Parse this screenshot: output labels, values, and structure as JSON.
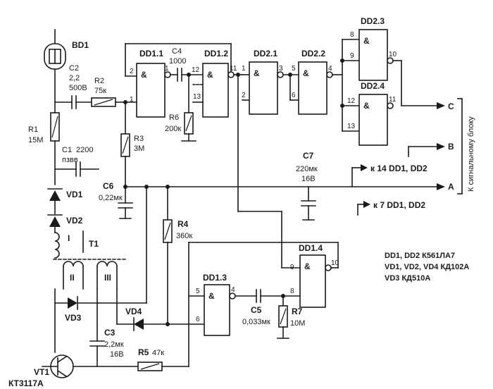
{
  "components": {
    "bd1": {
      "ref": "BD1"
    },
    "c2": {
      "ref": "C2",
      "v1": "2,2",
      "v2": "500В"
    },
    "r2": {
      "ref": "R2",
      "val": "75к"
    },
    "r1": {
      "ref": "R1",
      "val": "15М"
    },
    "c1": {
      "ref": "C1",
      "val": "2200",
      "v2": "пзвв"
    },
    "vd1": {
      "ref": "VD1"
    },
    "vd2": {
      "ref": "VD2"
    },
    "t1": {
      "ref": "T1",
      "w1": "I",
      "w2": "II",
      "w3": "III"
    },
    "vd3": {
      "ref": "VD3"
    },
    "vd4": {
      "ref": "VD4"
    },
    "c3": {
      "ref": "C3",
      "v1": "2,2мк",
      "v2": "16В"
    },
    "r5": {
      "ref": "R5",
      "val": "47к"
    },
    "vt1": {
      "ref": "VT1",
      "type": "КТ3117А"
    },
    "r3": {
      "ref": "R3",
      "val": "3М"
    },
    "c6": {
      "ref": "C6",
      "val": "0,22мк"
    },
    "r4": {
      "ref": "R4",
      "val": "360к"
    },
    "r6": {
      "ref": "R6",
      "val": "200к"
    },
    "c4": {
      "ref": "C4",
      "val": "1000"
    },
    "c5": {
      "ref": "C5",
      "val": "0,033мк"
    },
    "r7": {
      "ref": "R7",
      "val": "10М"
    },
    "c7": {
      "ref": "C7",
      "v1": "220мк",
      "v2": "16В"
    }
  },
  "gates": {
    "dd11": {
      "ref": "DD1.1",
      "sym": "&",
      "in": "2",
      "out": "1",
      "in2": "1"
    },
    "dd12": {
      "ref": "DD1.2",
      "sym": "&",
      "in": "12",
      "in2": "13",
      "out": "11"
    },
    "dd13": {
      "ref": "DD1.3",
      "sym": "&",
      "in": "5",
      "in2": "6",
      "out": "4"
    },
    "dd14": {
      "ref": "DD1.4",
      "sym": "&",
      "in": "9",
      "in2": "8",
      "out": "10"
    },
    "dd21": {
      "ref": "DD2.1",
      "sym": "&",
      "in": "1",
      "in2": "2",
      "out": "3"
    },
    "dd22": {
      "ref": "DD2.2",
      "sym": "&",
      "in": "5",
      "in2": "6",
      "out": "4"
    },
    "dd23": {
      "ref": "DD2.3",
      "sym": "&",
      "in": "8",
      "in2": "9",
      "out": "10"
    },
    "dd24": {
      "ref": "DD2.4",
      "sym": "&",
      "in": "12",
      "in2": "13",
      "out": "11"
    }
  },
  "outputs": {
    "a": "A",
    "b": "B",
    "c": "C",
    "bus": "К сигнальному блоку"
  },
  "power": {
    "pin14": "к 14 DD1, DD2",
    "pin7": "к 7 DD1, DD2"
  },
  "notes": [
    "DD1, DD2 К561ЛА7",
    "VD1, VD2, VD4 КД102А",
    "VD3 КД510А"
  ]
}
